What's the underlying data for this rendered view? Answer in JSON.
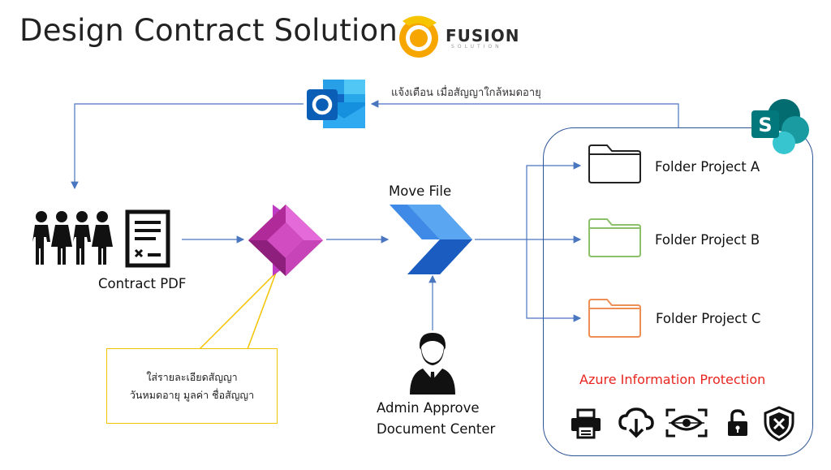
{
  "title": "Design Contract Solution",
  "logo": {
    "text": "FUSION",
    "subtext": "SOLUTION"
  },
  "notification_label": "แจ้งเตือน เมื่อสัญญาใกล้หมดอายุ",
  "contract_label": "Contract PDF",
  "move_file_label": "Move File",
  "admin": {
    "line1": "Admin Approve",
    "line2": "Document Center"
  },
  "callout": {
    "line1": "ใส่รายละเอียดสัญญา",
    "line2": "วันหมดอายุ มูลค่า ชื่อสัญญา"
  },
  "folders": [
    {
      "label": "Folder Project A",
      "color": "#222222"
    },
    {
      "label": "Folder Project B",
      "color": "#8cc06b"
    },
    {
      "label": "Folder Project C",
      "color": "#ee8f55"
    }
  ],
  "aip_label": "Azure Information Protection",
  "colors": {
    "connector": "#4a76c0",
    "sharepoint_border": "#2e5597",
    "aip_text": "#e8251f",
    "callout_border": "#f2c300"
  },
  "icons": [
    "outlook-icon",
    "sharepoint-icon",
    "power-apps-icon",
    "power-automate-icon",
    "people-icon",
    "document-icon",
    "admin-person-icon",
    "printer-icon",
    "cloud-download-icon",
    "eye-scan-icon",
    "unlock-icon",
    "shield-x-icon"
  ]
}
